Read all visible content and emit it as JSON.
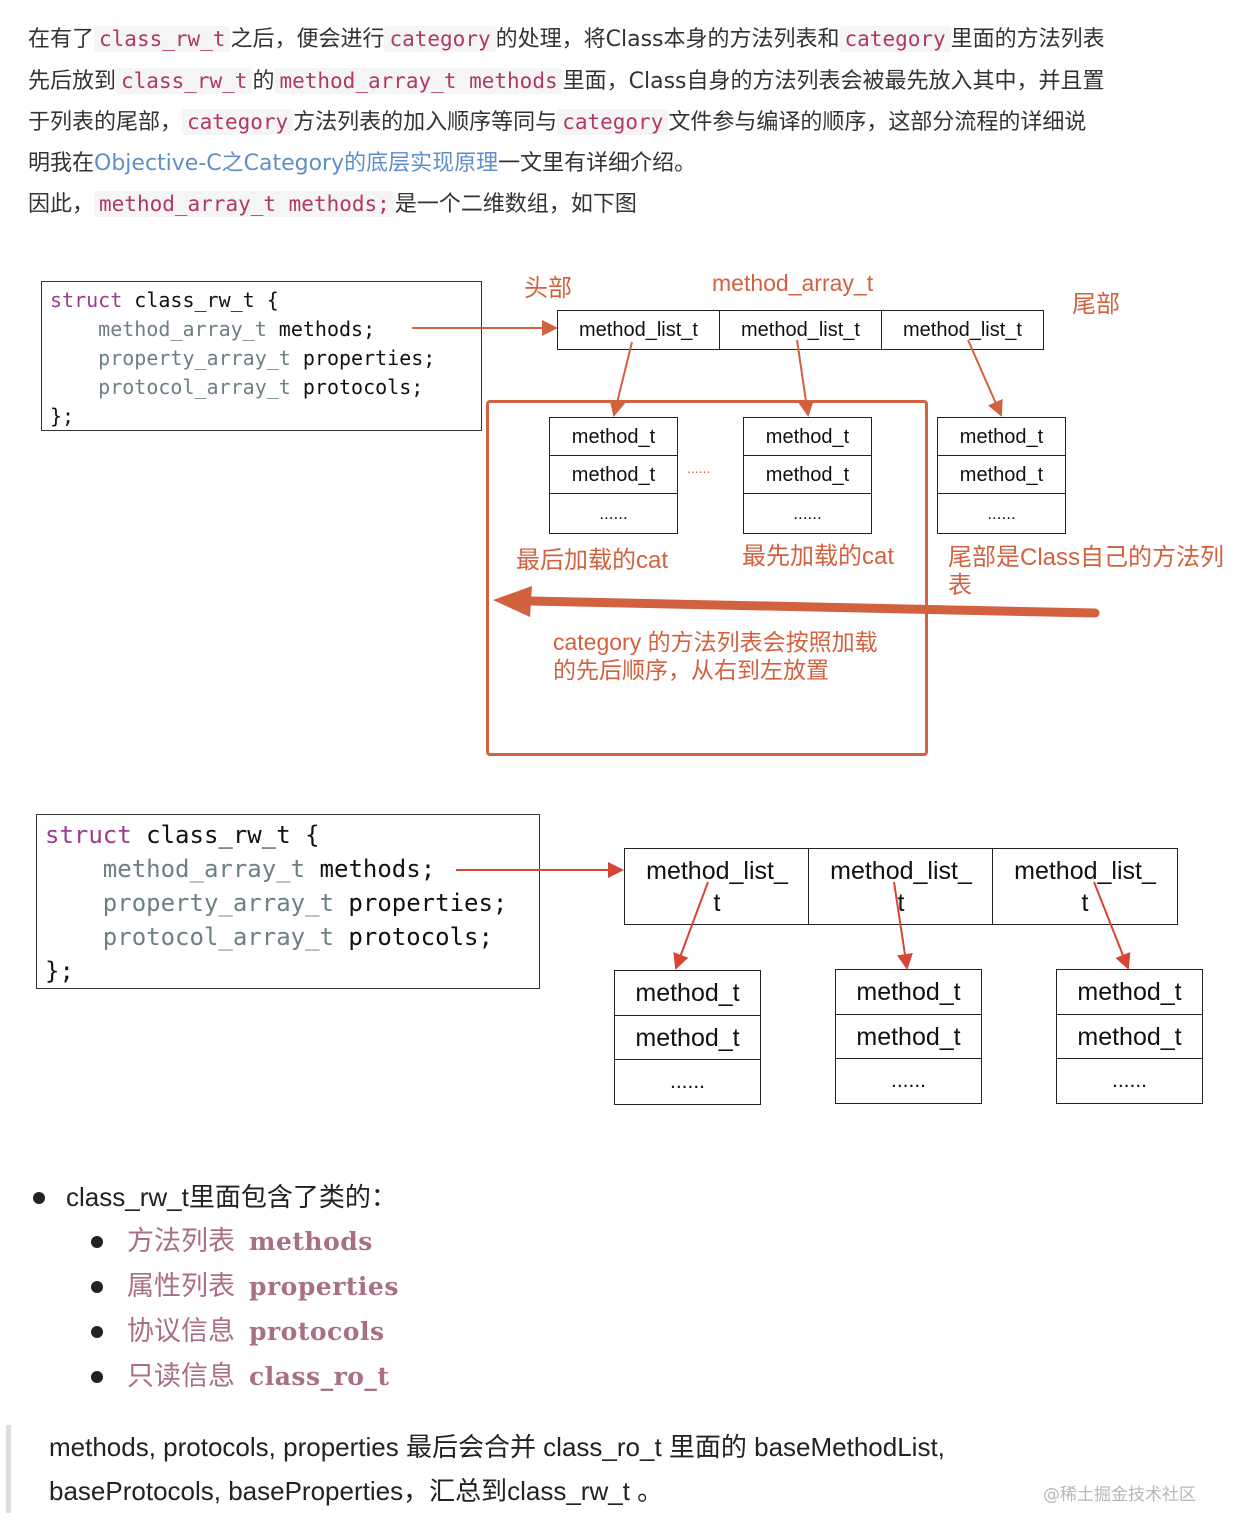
{
  "intro": {
    "line1": [
      "在有了",
      "class_rw_t",
      "之后，便会进行",
      "category",
      "的处理，将Class本身的方法列表和",
      "category",
      "里面的方法列表"
    ],
    "line2": [
      "先后放到",
      "class_rw_t",
      "的",
      "method_array_t methods",
      "里面，Class自身的方法列表会被最先放入其中，并且置"
    ],
    "line3": [
      "于列表的尾部，",
      "category",
      "方法列表的加入顺序等同与",
      "category",
      "文件参与编译的顺序，这部分流程的详细说"
    ],
    "line4": [
      "明我在",
      "Objective-C之Category的底层实现原理",
      "一文里有详细介绍。"
    ],
    "line5": [
      "因此，",
      "method_array_t methods;",
      "是一个二维数组，如下图"
    ]
  },
  "diagram1": {
    "struct": {
      "line1_kw": "struct",
      "line1_rest": " class_rw_t {",
      "fields": [
        {
          "type": "method_array_t",
          "name": " methods;"
        },
        {
          "type": "property_array_t",
          "name": " properties;"
        },
        {
          "type": "protocol_array_t",
          "name": " protocols;"
        }
      ],
      "close": "};"
    },
    "label_head": "头部",
    "label_array": "method_array_t",
    "label_tail": "尾部",
    "lists": [
      "method_list_t",
      "method_list_t",
      "method_list_t"
    ],
    "method_cells": [
      "method_t",
      "method_t",
      "......"
    ],
    "ellipsis_between": "......",
    "caption_last": "最后加载的cat",
    "caption_first": "最先加载的cat",
    "caption_class": "尾部是Class自己的方法列表",
    "order_note_1": "category 的方法列表会按照加载",
    "order_note_2": "的先后顺序，从右到左放置",
    "accent_color": "#d2613f"
  },
  "diagram2": {
    "struct": {
      "line1_kw": "struct",
      "line1_rest": " class_rw_t {",
      "fields": [
        {
          "type": "method_array_t",
          "name": " methods;"
        },
        {
          "type": "property_array_t",
          "name": " properties;"
        },
        {
          "type": "protocol_array_t",
          "name": " protocols;"
        }
      ],
      "close": "};"
    },
    "list_line1": "method_list_",
    "list_line2": "t",
    "method_cells": [
      "method_t",
      "method_t",
      "......"
    ]
  },
  "bullets": {
    "title": "class_rw_t里面包含了类的：",
    "items": [
      {
        "cn": "方法列表",
        "code": "methods"
      },
      {
        "cn": "属性列表",
        "code": "properties"
      },
      {
        "cn": "协议信息",
        "code": "protocols"
      },
      {
        "cn": "只读信息",
        "code": "class_ro_t"
      }
    ]
  },
  "quote": {
    "line1": "methods,  protocols, properties 最后会合并 class_ro_t 里面的 baseMethodList,",
    "line2": "baseProtocols, baseProperties，汇总到class_rw_t 。"
  },
  "watermark": "@稀土掘金技术社区"
}
